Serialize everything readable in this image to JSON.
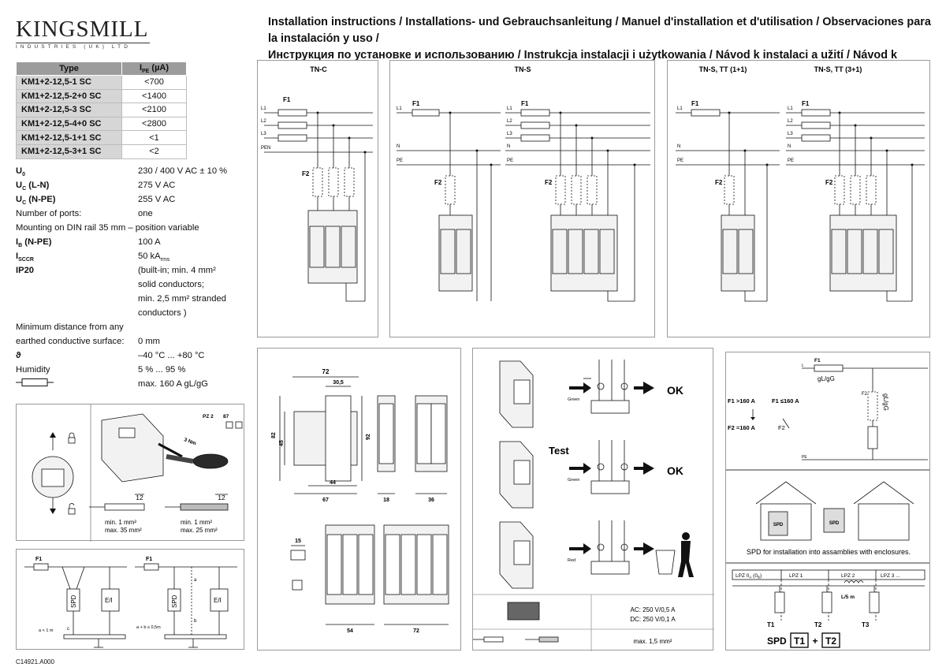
{
  "logo": {
    "name": "KINGSMILL",
    "tagline": "INDUSTRIES (UK) LTD"
  },
  "title": {
    "line1": "Installation instructions / Installations- und Gebrauchsanleitung / Manuel d'installation et d'utilisation / Observaciones para la instalación y uso /",
    "line2": "Инструкция по установке и использованию / Instrukcja instalacji i użytkowania / Návod k instalaci a užití / Návod k inštalácii a použitiu"
  },
  "type_table": {
    "header_type": "Type",
    "header_ipe": "I",
    "header_ipe_sub": "PE",
    "header_ipe_unit": " (µA)",
    "rows": [
      {
        "type": "KM1+2-12,5-1 SC",
        "value": "<700"
      },
      {
        "type": "KM1+2-12,5-2+0 SC",
        "value": "<1400"
      },
      {
        "type": "KM1+2-12,5-3 SC",
        "value": "<2100"
      },
      {
        "type": "KM1+2-12,5-4+0 SC",
        "value": "<2800"
      },
      {
        "type": "KM1+2-12,5-1+1 SC",
        "value": "<1"
      },
      {
        "type": "KM1+2-12,5-3+1 SC",
        "value": "<2"
      }
    ]
  },
  "specs": {
    "u0_sym": "U",
    "u0_sub": "0",
    "u0_val": "230 / 400 V AC ± 10 %",
    "ucln_sym": "U",
    "ucln_sub": "C",
    "ucln_suffix": " (L-N)",
    "ucln_val": "275 V AC",
    "ucnpe_sym": "U",
    "ucnpe_sub": "C",
    "ucnpe_suffix": " (N-PE)",
    "ucnpe_val": "255 V AC",
    "ports_label": "Number of ports:",
    "ports_val": "one",
    "mounting": "Mounting on DIN rail 35 mm – position variable",
    "ib_sym": "I",
    "ib_sub": "B",
    "ib_suffix": " (N-PE)",
    "ib_val": "100 A",
    "isccr_sym": "I",
    "isccr_sub": "SCCR",
    "isccr_val": "50 kA",
    "isccr_val_sub": "rms",
    "ip_label": "IP20",
    "ip_val1": "(built-in;  min. 4 mm²",
    "ip_val2": "solid conductors;",
    "ip_val3": "min. 2,5 mm² stranded",
    "ip_val4": "conductors )",
    "dist_label1": "Minimum distance from any",
    "dist_label2": "earthed conductive surface:",
    "dist_val": "0 mm",
    "temp_symbol": "ϑ",
    "temp_val": "–40 °C  ...  +80 °C",
    "humidity_label": "Humidity",
    "humidity_val": "5 % ... 95 %",
    "fuse_val": "max. 160 A gL/gG"
  },
  "wiring": {
    "tnc": "TN-C",
    "tns": "TN-S",
    "tns_tt_11": "TN-S, TT (1+1)",
    "tns_tt_31": "TN-S, TT (3+1)",
    "f1": "F1",
    "f2": "F2",
    "l1": "L1",
    "l2": "L2",
    "l3": "L3",
    "pen": "PEN",
    "n": "N",
    "pe": "PE"
  },
  "mount": {
    "pz": "PZ 2",
    "pz_num": "87",
    "torque": "3 Nm",
    "len1": "12",
    "len2": "12",
    "solid_min": "min. 1 mm²",
    "solid_max": "max. 35 mm²",
    "str_min": "min. 1 mm²",
    "str_max": "max. 25 mm²"
  },
  "conn": {
    "spd": "SPD",
    "ei": "E/I",
    "dist1": "a < 1 m",
    "dist2": "a + b ≤ 0,5m",
    "a": "a",
    "b": "b",
    "c": "c"
  },
  "dims": {
    "w72": "72",
    "d30": "30,5",
    "h82": "82",
    "h45": "45",
    "h92": "92",
    "d44": "44",
    "d67": "67",
    "w18": "18",
    "w36": "36",
    "w15": "15",
    "w54": "54",
    "w72b": "72"
  },
  "status": {
    "green": "Green",
    "red": "Red",
    "test": "Test",
    "ok": "OK",
    "ac": "AC: 250 V/0,5 A",
    "dc": "DC: 250 V/0,1 A",
    "max": "max. 1,5 mm²"
  },
  "fuse_panel": {
    "f1": "F1",
    "gl": "gL/gG",
    "f2": "F2",
    "gl_v": "gL/gG",
    "rule1": "F1 >160 A",
    "rule2": "F1 ≤160 A",
    "res1": "F2 =160 A",
    "res2": "F2",
    "l": "L",
    "pe": "PE"
  },
  "enclosure": {
    "text": "SPD for installation into assamblies with enclosures.",
    "spd": "SPD"
  },
  "lpz": {
    "z0": "LPZ 0",
    "z0_sub": "A",
    "z0_b": " (0",
    "z0_bsub": "B",
    "z0_end": ")",
    "z1": "LPZ 1",
    "z2": "LPZ 2",
    "z3": "LPZ 3 ...",
    "t1": "T1",
    "t2": "T2",
    "t3": "T3",
    "l5": "L/5 m",
    "spd": "SPD",
    "b1": "T1",
    "plus": "+",
    "b2": "T2"
  },
  "doc_code": "C14921.A000"
}
